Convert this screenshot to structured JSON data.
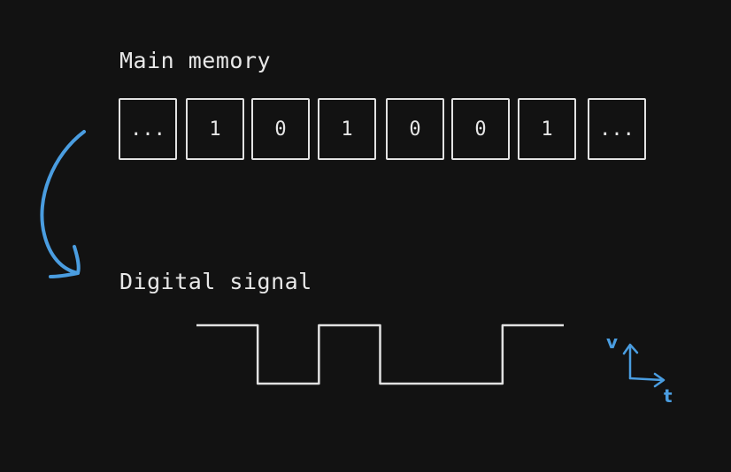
{
  "memory": {
    "title": "Main memory",
    "cells": [
      "...",
      "1",
      "0",
      "1",
      "0",
      "0",
      "1",
      "..."
    ]
  },
  "signal": {
    "title": "Digital signal",
    "bits": [
      1,
      0,
      1,
      0,
      0,
      1
    ],
    "axis_v_label": "v",
    "axis_t_label": "t"
  },
  "colors": {
    "background": "#121212",
    "foreground": "#e2e2e2",
    "accent": "#4a9de0"
  }
}
